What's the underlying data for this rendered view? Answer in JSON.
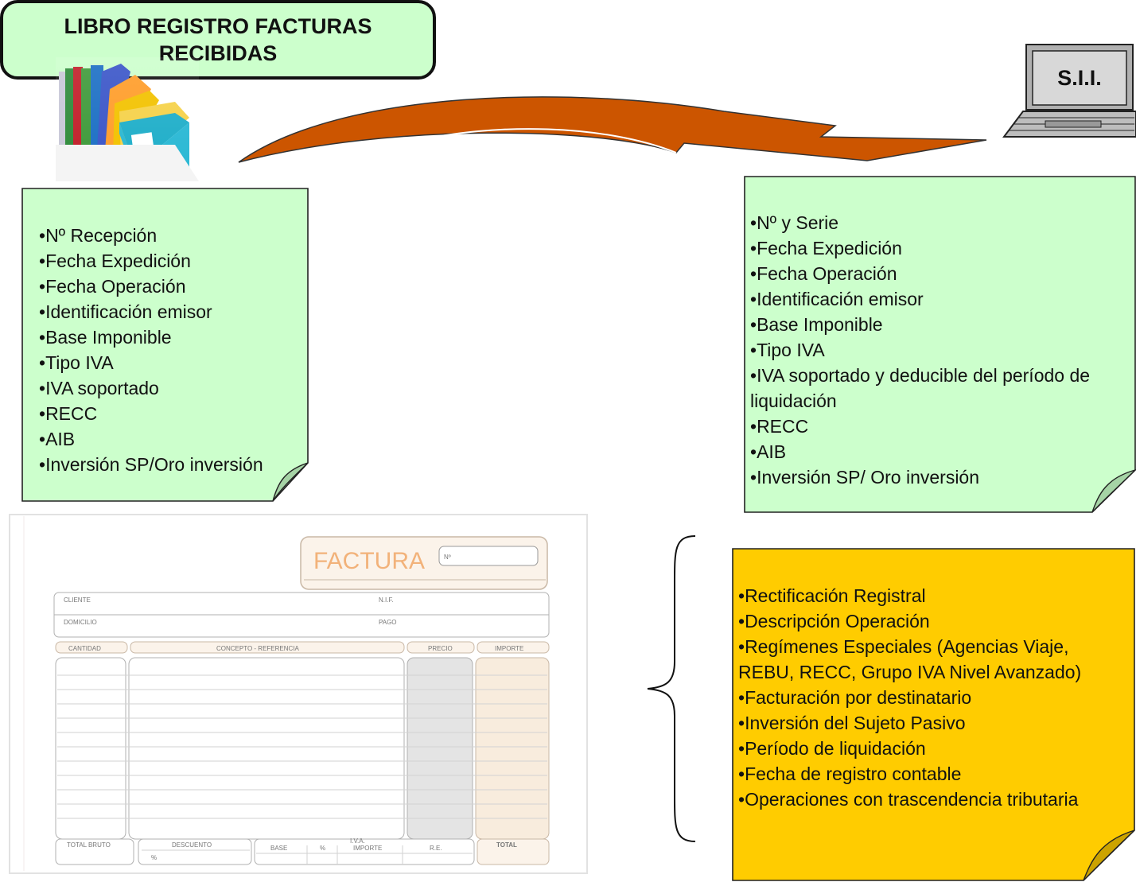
{
  "title": {
    "line1": "LIBRO REGISTRO FACTURAS",
    "line2": "RECIBIDAS"
  },
  "sii_label": "S.I.I.",
  "left_list": [
    "Nº Recepción",
    "Fecha Expedición",
    "Fecha Operación",
    "Identificación emisor",
    "Base Imponible",
    "Tipo IVA",
    "IVA soportado",
    "RECC",
    "AIB",
    "Inversión SP/Oro inversión"
  ],
  "right_list": [
    "Nº y Serie",
    "Fecha Expedición",
    "Fecha Operación",
    "Identificación emisor",
    "Base Imponible",
    "Tipo IVA",
    "IVA soportado y deducible del período de liquidación",
    "RECC",
    "AIB",
    "Inversión SP/ Oro inversión"
  ],
  "extra_list": [
    "Rectificación Registral",
    "Descripción Operación",
    "Regímenes Especiales (Agencias Viaje, REBU, RECC, Grupo IVA Nivel Avanzado)",
    "Facturación por destinatario",
    "Inversión del Sujeto Pasivo",
    "Período de liquidación",
    "Fecha de registro contable",
    "Operaciones con trascendencia tributaria"
  ],
  "invoice": {
    "title": "FACTURA",
    "no_label": "Nº",
    "cliente": "CLIENTE",
    "nif": "N.I.F.",
    "domicilio": "DOMICILIO",
    "pago": "PAGO",
    "cantidad": "CANTIDAD",
    "concepto": "CONCEPTO - REFERENCIA",
    "precio": "PRECIO",
    "importe": "IMPORTE",
    "total_bruto": "TOTAL BRUTO",
    "descuento": "DESCUENTO",
    "iva": "I.V.A.",
    "base": "BASE",
    "pct": "%",
    "importe2": "IMPORTE",
    "re": "R.E.",
    "total": "TOTAL"
  },
  "colors": {
    "green_note": "#ccffcc",
    "yellow_note": "#ffcc00",
    "arrow": "#cc5500"
  }
}
